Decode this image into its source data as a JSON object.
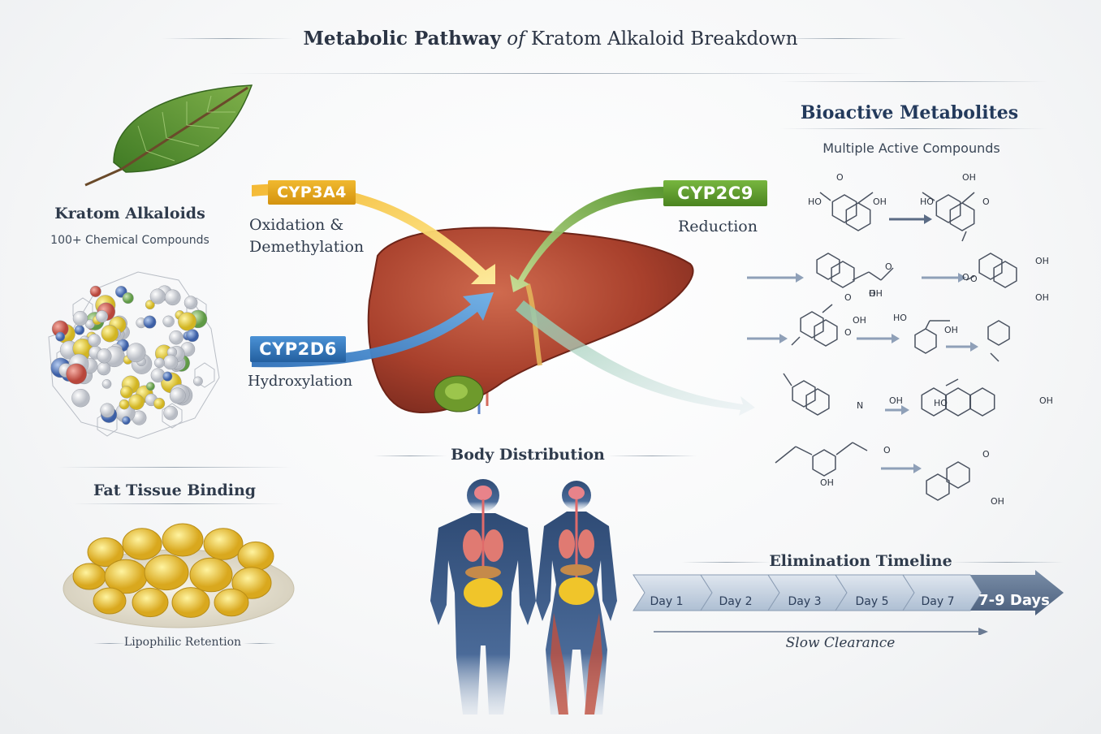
{
  "title": {
    "bold": "Metabolic Pathway",
    "italic": "of",
    "rest": "Kratom Alkaloid Breakdown"
  },
  "left": {
    "alkaloids_title": "Kratom Alkaloids",
    "alkaloids_sub": "100+ Chemical Compounds",
    "fat_title": "Fat Tissue Binding",
    "fat_caption": "Lipophilic Retention"
  },
  "enzymes": {
    "cyp3a4": {
      "label": "CYP3A4",
      "desc1": "Oxidation &",
      "desc2": "Demethylation",
      "color": "#e8a31a"
    },
    "cyp2d6": {
      "label": "CYP2D6",
      "desc1": "Hydroxylation",
      "color": "#2f7fc8"
    },
    "cyp2c9": {
      "label": "CYP2C9",
      "desc1": "Reduction",
      "color": "#5c9b2e"
    }
  },
  "metabolites": {
    "title": "Bioactive Metabolites",
    "sub": "Multiple Active Compounds",
    "labels": [
      "HO",
      "OH",
      "O",
      "HO",
      "O",
      "OH",
      "O",
      "OH",
      "O",
      "H",
      "O",
      "OH",
      "O",
      "OH",
      "OH",
      "HO",
      "OH",
      "O",
      "OH",
      "HO",
      "N",
      "OH",
      "O",
      "OH",
      "O",
      "OH"
    ]
  },
  "body": {
    "title": "Body Distribution"
  },
  "timeline": {
    "title": "Elimination Timeline",
    "days": [
      "Day 1",
      "Day 2",
      "Day 3",
      "Day 5",
      "Day 7",
      "7-9 Days"
    ],
    "caption": "Slow Clearance"
  }
}
